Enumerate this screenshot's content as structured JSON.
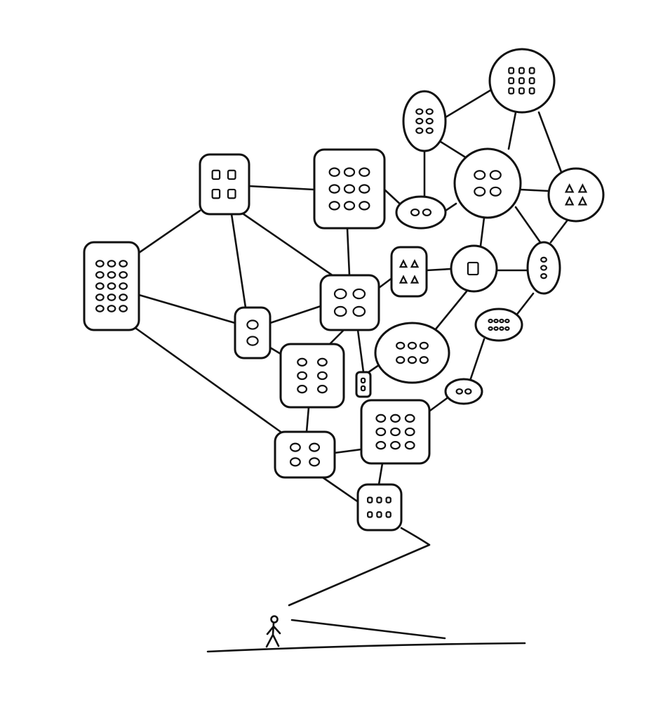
{
  "drawing": {
    "style": "hand-drawn black ink sketch",
    "colors": {
      "ink": "#111111",
      "paper": "#ffffff"
    },
    "figure": "stick-figure-person",
    "network": {
      "rect_nodes": 10,
      "round_nodes": 11
    }
  }
}
